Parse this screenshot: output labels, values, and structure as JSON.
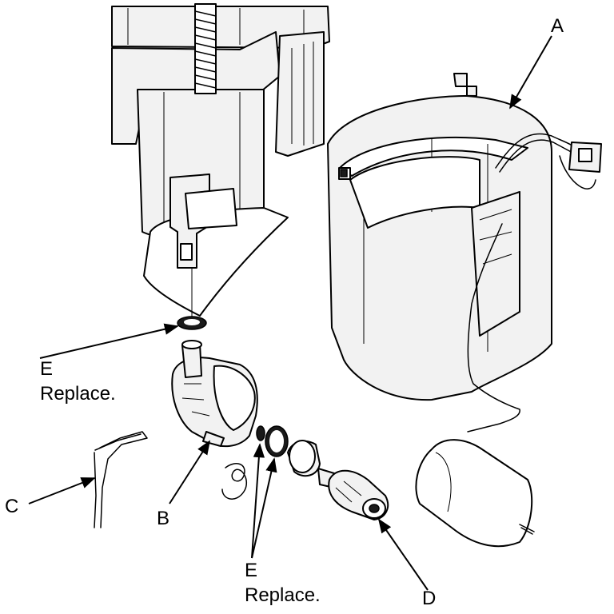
{
  "callouts": {
    "a": {
      "letter": "A"
    },
    "b": {
      "letter": "B"
    },
    "c": {
      "letter": "C"
    },
    "d": {
      "letter": "D"
    },
    "e_top": {
      "letter": "E",
      "note": "Replace."
    },
    "e_bottom": {
      "letter": "E",
      "note": "Replace."
    }
  }
}
